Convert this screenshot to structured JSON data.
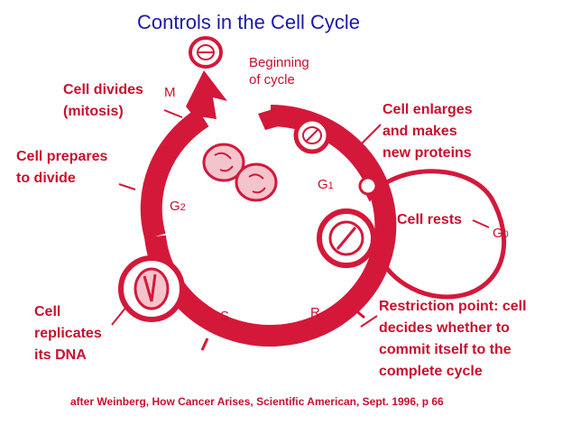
{
  "title": "Controls in the Cell Cycle",
  "labels": {
    "beginning_1": "Beginning",
    "beginning_2": "of cycle",
    "divides_1": "Cell divides",
    "divides_2": "(mitosis)",
    "m_phase": "M",
    "prepares_1": "Cell prepares",
    "prepares_2": "to divide",
    "enlarges_1": "Cell enlarges",
    "enlarges_2": "and makes",
    "enlarges_3": "new proteins",
    "rests": "Cell rests",
    "replicates_1": "Cell",
    "replicates_2": "replicates",
    "replicates_3": "its DNA",
    "restriction_1": "Restriction point: cell",
    "restriction_2": "decides whether to",
    "restriction_3": "commit itself to the",
    "restriction_4": "complete cycle"
  },
  "phases": {
    "g1_letter": "G",
    "g1_sub": "1",
    "g2_letter": "G",
    "g2_sub": "2",
    "g0_letter": "G",
    "g0_sub": "0",
    "s": "S",
    "r": "R"
  },
  "credit": "after Weinberg, How Cancer Arises, Scientific American, Sept. 1996, p 66",
  "colors": {
    "cycle": "#d4183a",
    "title": "#1a1aa8",
    "text": "#c8102e"
  }
}
